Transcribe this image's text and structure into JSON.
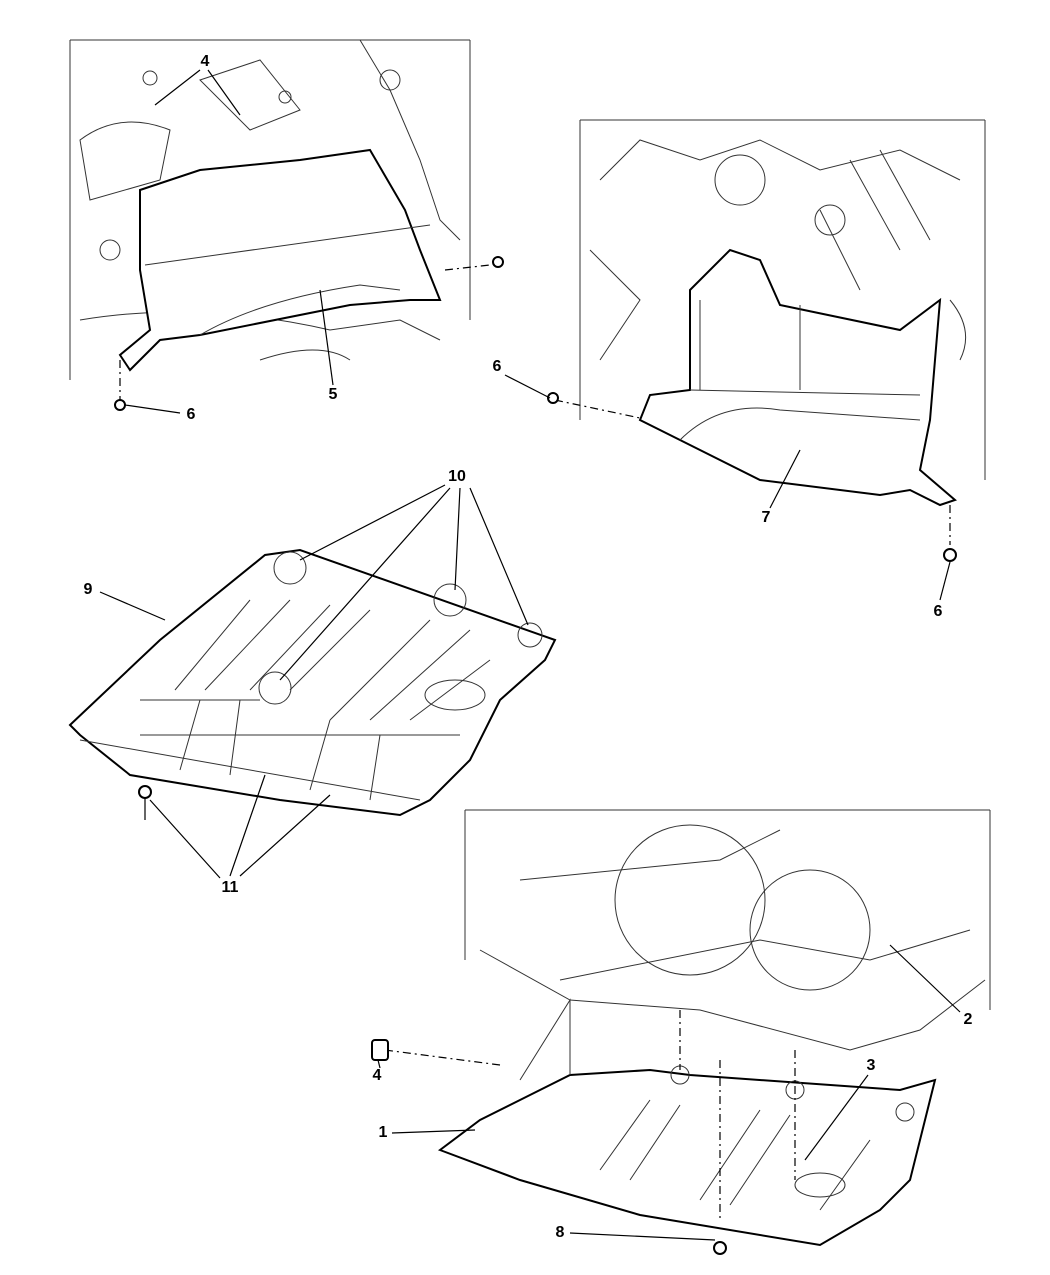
{
  "diagram": {
    "type": "exploded parts diagram",
    "callouts": [
      {
        "id": "c4a",
        "label": "4"
      },
      {
        "id": "c5",
        "label": "5"
      },
      {
        "id": "c6a",
        "label": "6"
      },
      {
        "id": "c6b",
        "label": "6"
      },
      {
        "id": "c7",
        "label": "7"
      },
      {
        "id": "c6c",
        "label": "6"
      },
      {
        "id": "c10",
        "label": "10"
      },
      {
        "id": "c9",
        "label": "9"
      },
      {
        "id": "c11",
        "label": "11"
      },
      {
        "id": "c2",
        "label": "2"
      },
      {
        "id": "c3",
        "label": "3"
      },
      {
        "id": "c4b",
        "label": "4"
      },
      {
        "id": "c1",
        "label": "1"
      },
      {
        "id": "c8",
        "label": "8"
      }
    ]
  }
}
